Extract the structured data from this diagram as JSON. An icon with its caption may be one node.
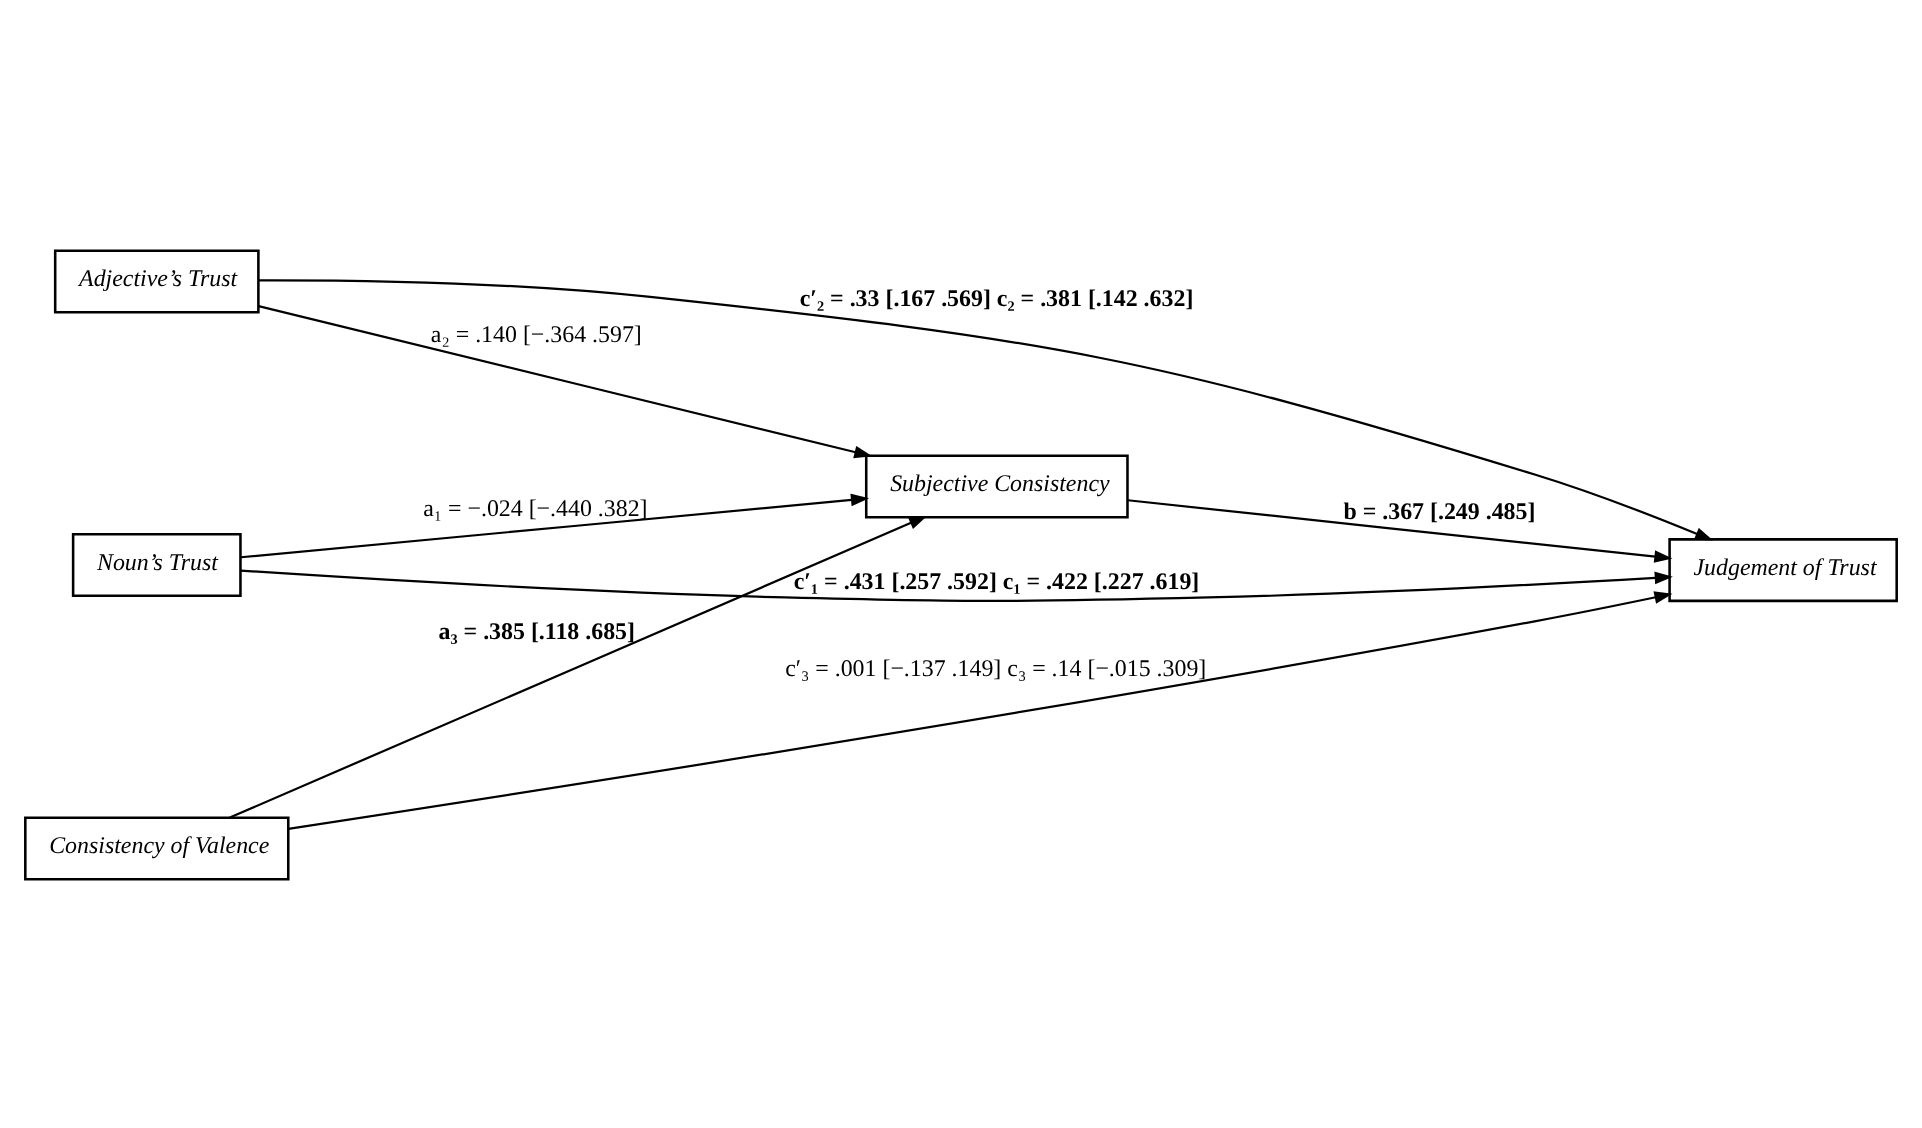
{
  "diagram": {
    "nodes": [
      {
        "text": [
          "Adjective’s Trust"
        ]
      },
      {
        "text": [
          "Subjective Consistency"
        ]
      },
      {
        "text": [
          "Noun’s Trust"
        ]
      },
      {
        "text": [
          "Judgement of Trust"
        ]
      },
      {
        "text": [
          "Consistency of Valence"
        ]
      }
    ],
    "edges": [
      {
        "from": 0,
        "to": 1,
        "arrow": "to",
        "label": "a₂ = .140 [−.364 .597]"
      },
      {
        "from": 0,
        "to": 3,
        "arrow": "to",
        "label": "c′₂ = .33 [.167 .569] c₂ = .381 [.142 .632]"
      },
      {
        "from": 2,
        "to": 1,
        "arrow": "to",
        "label": "a₁ = −.024 [−.440 .382]"
      },
      {
        "from": 1,
        "to": 3,
        "arrow": "to",
        "label": "b = .367 [.249 .485]"
      },
      {
        "from": 2,
        "to": 3,
        "arrow": "to",
        "label": "c′₁ = .431 [.257 .592] c₁ = .422 [.227 .619]"
      },
      {
        "from": 4,
        "to": 1,
        "arrow": "to",
        "label": "a₃ = .385 [.118 .685]"
      },
      {
        "from": 4,
        "to": 3,
        "arrow": "to",
        "label": "c′₃ = .001 [−.137 .149] c₃ = .14 [−.015 .309]"
      }
    ]
  }
}
